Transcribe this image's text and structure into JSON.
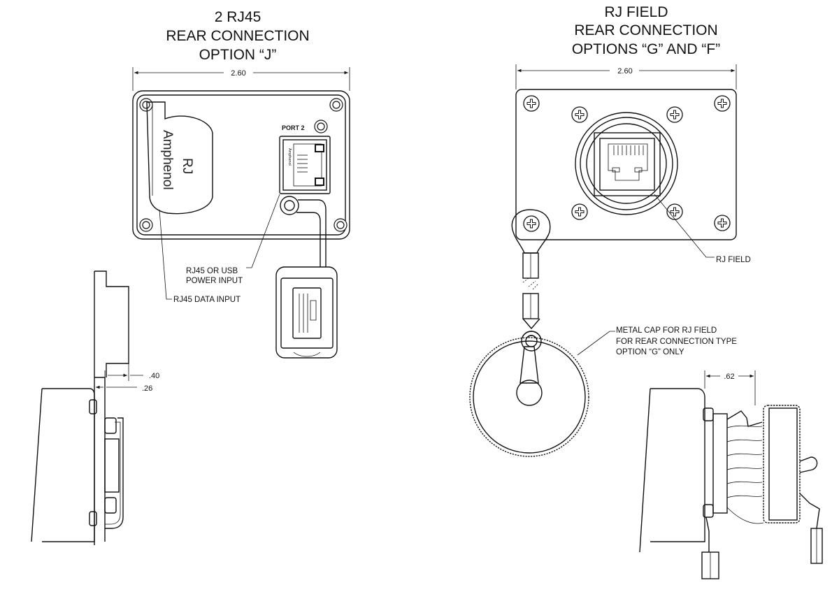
{
  "left_view": {
    "title_lines": [
      "2 RJ45",
      "REAR CONNECTION",
      "OPTION “J”"
    ],
    "width_dim": "2.60",
    "port_label": "PORT 2",
    "brand_text": "Amphenol",
    "rj_text": "RJ",
    "connector_brand_small": "Amphenol",
    "callout_power": [
      "RJ45 OR USB",
      "POWER INPUT"
    ],
    "callout_data": "RJ45 DATA INPUT",
    "side_dim_outer": ".40",
    "side_dim_inner": ".26"
  },
  "right_view": {
    "title_lines": [
      "RJ FIELD",
      "REAR CONNECTION",
      "OPTIONS “G” AND “F”"
    ],
    "width_dim": "2.60",
    "callout_rj_field": "RJ FIELD",
    "callout_cap": [
      "METAL CAP FOR RJ FIELD",
      "FOR REAR CONNECTION TYPE",
      "OPTION “G” ONLY"
    ],
    "side_dim": ".62"
  }
}
